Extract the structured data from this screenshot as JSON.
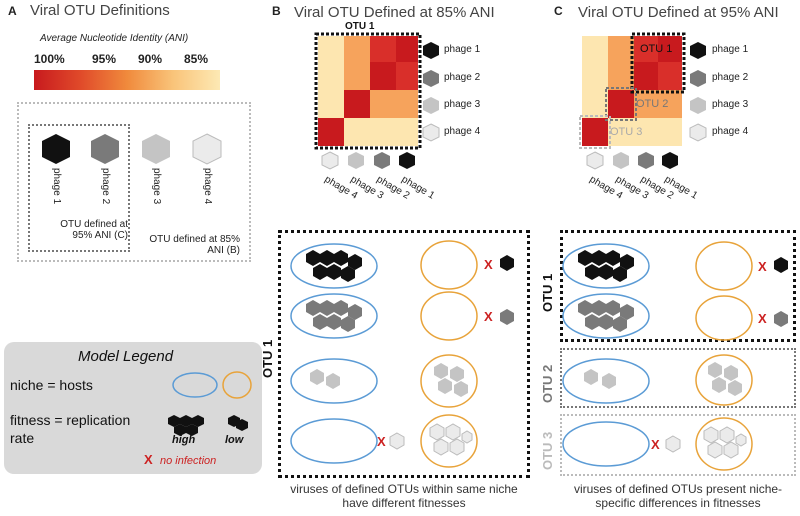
{
  "panelA": {
    "letter": "A",
    "title": "Viral OTU Definitions",
    "ani_title": "Average Nucleotide Identity (ANI)",
    "ani_ticks": [
      "100%",
      "95%",
      "90%",
      "85%"
    ],
    "phages": [
      "phage 1",
      "phage 2",
      "phage 3",
      "phage 4"
    ],
    "otu95_note": "OTU defined at 95% ANI (C)",
    "otu85_note": "OTU defined at 85% ANI (B)"
  },
  "legend": {
    "title": "Model Legend",
    "niche": "niche = hosts",
    "fitness": "fitness = replication rate",
    "high": "high",
    "low": "low",
    "no_infection_mark": "X",
    "no_infection": "no infection"
  },
  "panelB": {
    "letter": "B",
    "title": "Viral OTU Defined at 85% ANI",
    "otu_label": "OTU 1",
    "phage_labels": [
      "phage 1",
      "phage 2",
      "phage 3",
      "phage 4"
    ],
    "bottom_phage_labels": [
      "phage 4",
      "phage 3",
      "phage 2",
      "phage 1"
    ],
    "side_label": "OTU 1",
    "x_mark": "X",
    "caption": "viruses of defined OTUs within same niche have different fitnesses"
  },
  "panelC": {
    "letter": "C",
    "title": "Viral OTU Defined at 95% ANI",
    "otu_labels": [
      "OTU 1",
      "OTU 2",
      "OTU 3"
    ],
    "phage_labels": [
      "phage 1",
      "phage 2",
      "phage 3",
      "phage 4"
    ],
    "bottom_phage_labels": [
      "phage 4",
      "phage 3",
      "phage 2",
      "phage 1"
    ],
    "side_labels": [
      "OTU 1",
      "OTU 2",
      "OTU 3"
    ],
    "x_mark": "X",
    "caption": "viruses of defined OTUs present niche-specific differences in fitnesses"
  },
  "colors": {
    "black_phage": "#111111",
    "dark_grey_phage": "#7a7a7a",
    "light_grey_phage": "#c4c4c4",
    "lightest_phage": "#ebebeb",
    "blue_host": "#5b9bd5",
    "orange_host": "#e8a33a",
    "red_x": "#cc2222"
  }
}
